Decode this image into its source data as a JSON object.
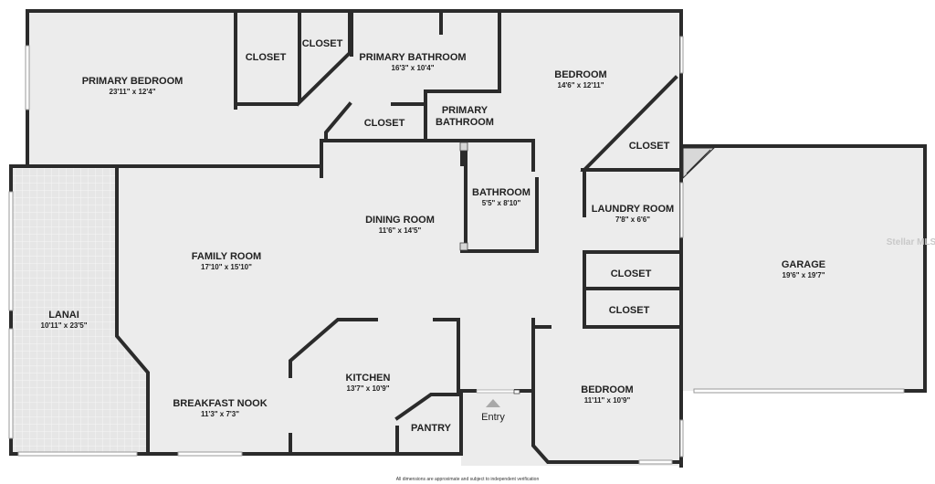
{
  "rooms": {
    "primary_bedroom": {
      "name": "PRIMARY BEDROOM",
      "dims": "23'11\" x 12'4\""
    },
    "closet_1": {
      "name": "CLOSET"
    },
    "closet_2": {
      "name": "CLOSET"
    },
    "primary_bathroom": {
      "name": "PRIMARY BATHROOM",
      "dims": "16'3\" x 10'4\""
    },
    "closet_3": {
      "name": "CLOSET"
    },
    "primary_bathroom_small": {
      "line1": "PRIMARY",
      "line2": "BATHROOM"
    },
    "bedroom_1": {
      "name": "BEDROOM",
      "dims": "14'6\" x 12'11\""
    },
    "closet_4": {
      "name": "CLOSET"
    },
    "bathroom": {
      "name": "BATHROOM",
      "dims": "5'5\" x 8'10\""
    },
    "laundry": {
      "name": "LAUNDRY ROOM",
      "dims": "7'8\" x 6'6\""
    },
    "closet_5": {
      "name": "CLOSET"
    },
    "closet_6": {
      "name": "CLOSET"
    },
    "dining": {
      "name": "DINING ROOM",
      "dims": "11'6\" x 14'5\""
    },
    "family": {
      "name": "FAMILY ROOM",
      "dims": "17'10\" x 15'10\""
    },
    "lanai": {
      "name": "LANAI",
      "dims": "10'11\" x 23'5\""
    },
    "garage": {
      "name": "GARAGE",
      "dims": "19'6\" x 19'7\""
    },
    "kitchen": {
      "name": "KITCHEN",
      "dims": "13'7\" x 10'9\""
    },
    "breakfast": {
      "name": "BREAKFAST NOOK",
      "dims": "11'3\" x 7'3\""
    },
    "pantry": {
      "name": "PANTRY"
    },
    "bedroom_2": {
      "name": "BEDROOM",
      "dims": "11'11\" x 10'9\""
    }
  },
  "entry_label": "Entry",
  "watermark": "Stellar MLS",
  "footer": "All dimensions are approximate and subject to independent verification",
  "colors": {
    "floor": "#ececec",
    "wall": "#2b2b2b",
    "window": "#ffffff"
  }
}
